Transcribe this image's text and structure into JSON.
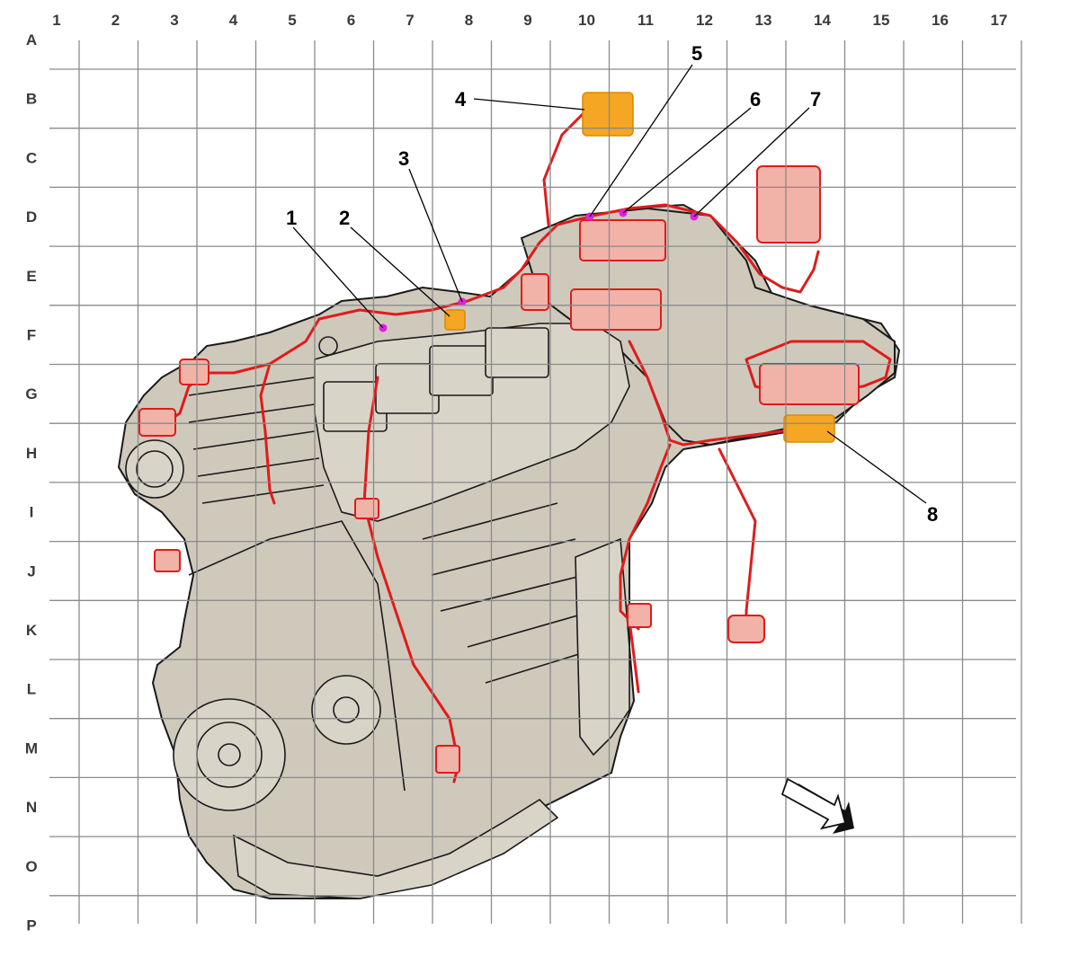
{
  "grid": {
    "columns": [
      "1",
      "2",
      "3",
      "4",
      "5",
      "6",
      "7",
      "8",
      "9",
      "10",
      "11",
      "12",
      "13",
      "14",
      "15",
      "16",
      "17"
    ],
    "rows": [
      "A",
      "B",
      "C",
      "D",
      "E",
      "F",
      "G",
      "H",
      "I",
      "J",
      "K",
      "L",
      "M",
      "N",
      "O",
      "P"
    ]
  },
  "callouts": [
    {
      "label": "1",
      "type": "pin"
    },
    {
      "label": "2",
      "type": "highlight"
    },
    {
      "label": "3",
      "type": "pin"
    },
    {
      "label": "4",
      "type": "highlight"
    },
    {
      "label": "5",
      "type": "pin"
    },
    {
      "label": "6",
      "type": "pin"
    },
    {
      "label": "7",
      "type": "pin"
    },
    {
      "label": "8",
      "type": "highlight"
    }
  ],
  "colors": {
    "harness": "#e01b1b",
    "highlight_connector": "#f5a623",
    "pin_marker": "#e020e0",
    "engine_fill": "#cfc9bc",
    "grid_line": "#8a8a8a"
  },
  "icons": {
    "orientation": "view-direction-arrow-icon"
  }
}
